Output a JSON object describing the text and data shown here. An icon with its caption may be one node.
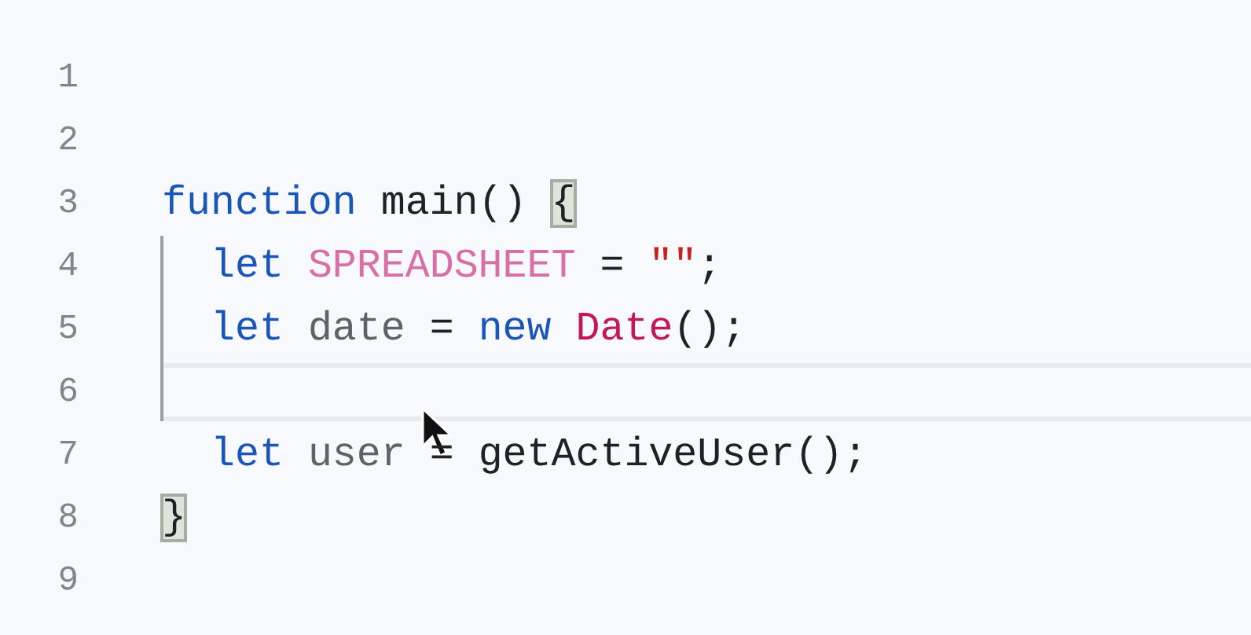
{
  "diagram": {
    "labels": [
      "1",
      "2",
      "3",
      "function main() {",
      "4",
      "let SPREADSHEET = \"\";",
      "5",
      "let date = new Date();",
      "6",
      "7",
      "let user = getActiveUser();",
      "8",
      "}",
      "9"
    ]
  }
}
